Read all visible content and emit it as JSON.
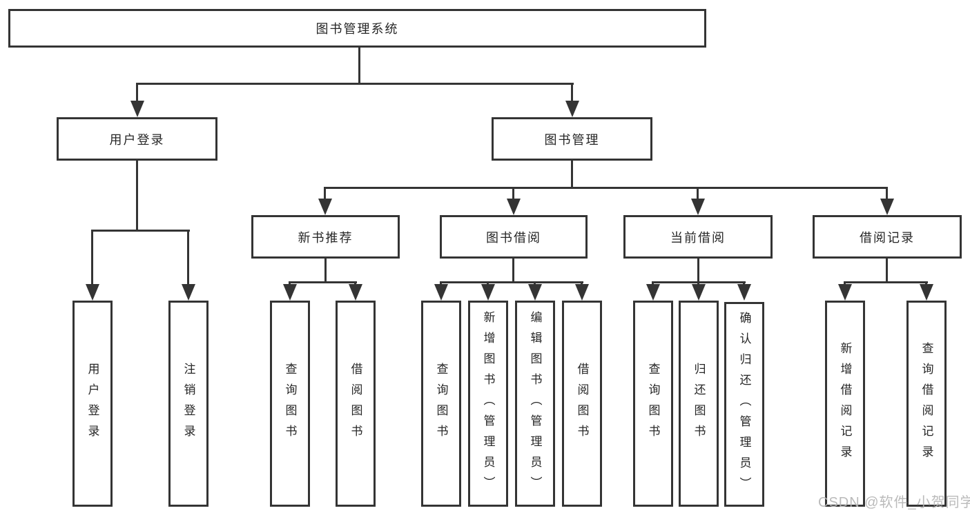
{
  "tree": {
    "root": {
      "label": "图书管理系统"
    },
    "level2": [
      {
        "label": "用户登录",
        "leaves": [
          {
            "label": "用户登录"
          },
          {
            "label": "注销登录"
          }
        ]
      },
      {
        "label": "图书管理",
        "groups": [
          {
            "label": "新书推荐",
            "leaves": [
              {
                "label": "查询图书"
              },
              {
                "label": "借阅图书"
              }
            ]
          },
          {
            "label": "图书借阅",
            "leaves": [
              {
                "label": "查询图书"
              },
              {
                "label": "新增图书（管理员）"
              },
              {
                "label": "编辑图书（管理员）"
              },
              {
                "label": "借阅图书"
              }
            ]
          },
          {
            "label": "当前借阅",
            "leaves": [
              {
                "label": "查询图书"
              },
              {
                "label": "归还图书"
              },
              {
                "label": "确认归还（管理员）"
              }
            ]
          },
          {
            "label": "借阅记录",
            "leaves": [
              {
                "label": "新增借阅记录"
              },
              {
                "label": "查询借阅记录"
              }
            ]
          }
        ]
      }
    ]
  },
  "watermark": {
    "text": "CSDN @软件_小贺同学"
  },
  "colors": {
    "line": "#343434",
    "text": "#262626",
    "background": "#ffffff",
    "watermark": "#b5b5b5"
  }
}
